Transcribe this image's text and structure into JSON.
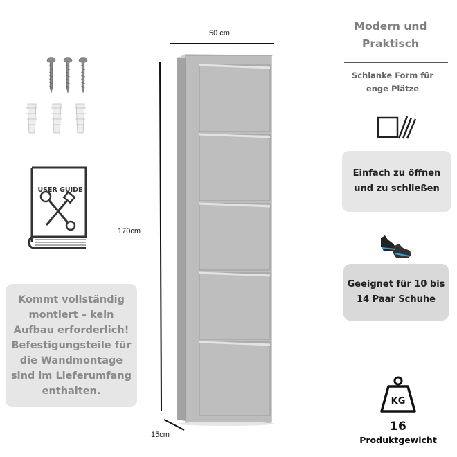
{
  "dimensions": {
    "width": "50 cm",
    "height": "170cm",
    "depth": "15cm"
  },
  "left": {
    "manual_title": "USER GUIDE",
    "info_text": "Kommt vollständig\nmontiert – kein\nAufbau erforderlich!\nBefestigungsteile für\ndie Wandmontage\nsind im Lieferumfang\nenthalten."
  },
  "right": {
    "headline": "Modern und\nPraktisch",
    "subline": "Schlanke Form für\nenge Plätze",
    "open_text": "Einfach zu öffnen\nund zu schließen",
    "capacity_text": "Geeignet für 10 bis\n14 Paar Schuhe",
    "weight_value": "16",
    "weight_label": "Produktgewicht",
    "weight_icon_text": "KG"
  },
  "cabinet": {
    "drawer_count": 5,
    "color": "#b9b9b9"
  },
  "colors": {
    "panel_bg": "#e6e6e6",
    "muted_text": "#8a8a8a",
    "cabinet_grey": "#b9b9b9"
  }
}
